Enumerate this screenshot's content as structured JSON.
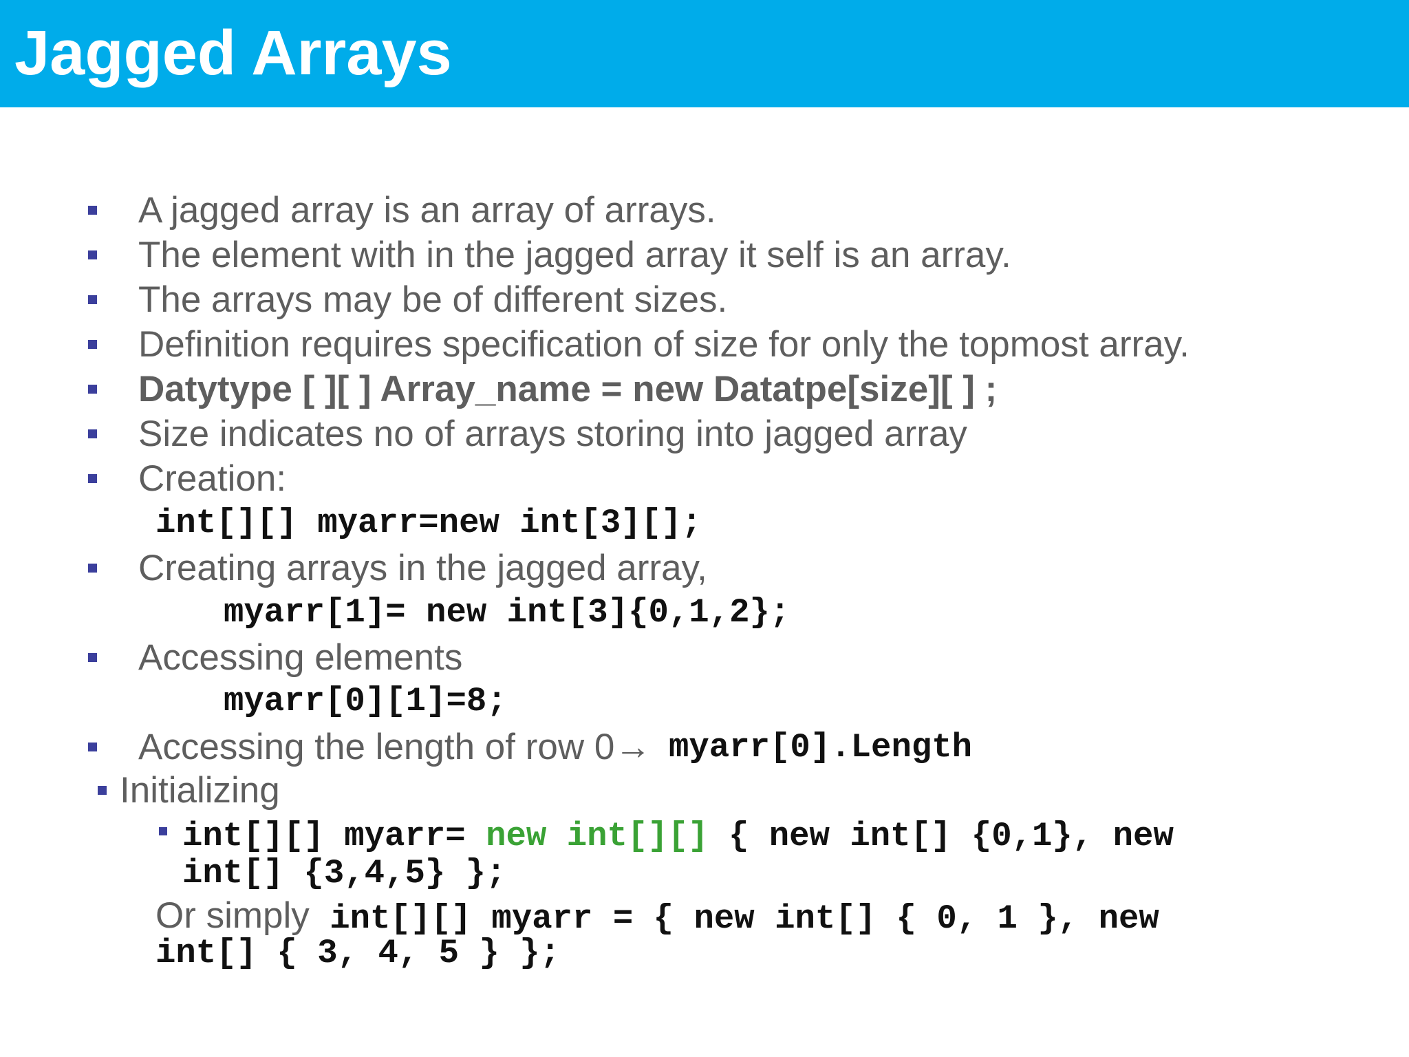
{
  "slide": {
    "title": "Jagged Arrays",
    "bullets": [
      "A jagged array is an array of arrays.",
      "The element with in the jagged array it self is an array.",
      "The arrays may be of different sizes.",
      "Definition requires specification of size for only the topmost array.",
      "Datytype [ ][ ] Array_name = new Datatpe[size][ ] ;",
      "Size indicates no of arrays storing into jagged array",
      "Creation:"
    ],
    "creation_code": "int[][] myarr=new int[3][];",
    "creating_arrays_label": "Creating arrays in the jagged array,",
    "creating_arrays_code": "myarr[1]= new int[3]{0,1,2};",
    "accessing_label": "Accessing elements",
    "accessing_code": "myarr[0][1]=8;",
    "length_label": "Accessing the length of row 0→",
    "length_code": "myarr[0].Length",
    "initializing_label": "Initializing",
    "init_code_a": "int[][] myarr=",
    "init_code_green": "new int[][]",
    "init_code_b": "{ new int[] {0,1}, new",
    "init_code_line2": "int[] {3,4,5} };",
    "or_simply_label": "Or simply",
    "or_simply_code_line1": "int[][] myarr = { new int[] { 0, 1 }, new",
    "or_simply_code_line2": "int[] { 3, 4, 5 } };",
    "colors": {
      "header": "#00acea",
      "bullet": "#3b3f9c",
      "text": "#5e5e5e",
      "code": "#111111",
      "keyword_green": "#3aa235"
    }
  }
}
